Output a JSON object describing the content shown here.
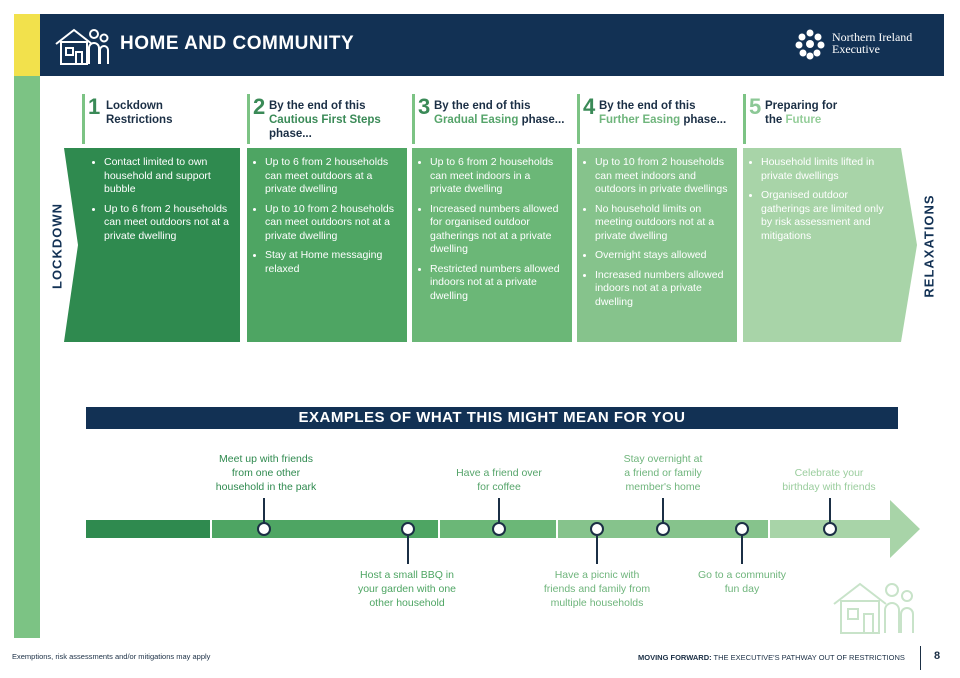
{
  "header": {
    "title": "HOME AND COMMUNITY",
    "logo_line1": "Northern Ireland",
    "logo_line2": "Executive"
  },
  "side_labels": {
    "left": "LOCKDOWN",
    "right": "RELAXATIONS"
  },
  "phases": [
    {
      "num": "1",
      "head1": "Lockdown",
      "head2": "Restrictions",
      "head_hl": "",
      "head3": "",
      "items": [
        "Contact limited to own household and support bubble",
        "Up to 6 from 2 households can meet outdoors not at a private dwelling"
      ]
    },
    {
      "num": "2",
      "head1": "By the end of this",
      "head_hl": "Cautious First Steps",
      "head2": "",
      "head3": "phase...",
      "items": [
        "Up to 6 from 2 households can meet outdoors at a private dwelling",
        "Up to 10 from 2 households can meet outdoors not at a private dwelling",
        "Stay at Home messaging relaxed"
      ]
    },
    {
      "num": "3",
      "head1": "By the end of this",
      "head_hl": "Gradual Easing",
      "head2": "",
      "head3": "phase...",
      "items": [
        "Up to 6 from 2 households can meet indoors in a private dwelling",
        "Increased numbers allowed for organised outdoor gatherings not at a private dwelling",
        "Restricted numbers allowed indoors not at a private dwelling"
      ]
    },
    {
      "num": "4",
      "head1": "By the end of this",
      "head_hl": "Further Easing",
      "head2": "",
      "head3": "phase...",
      "items": [
        "Up to 10 from 2 households can meet indoors and outdoors in private dwellings",
        "No household limits on meeting outdoors not at a private dwelling",
        "Overnight stays allowed",
        "Increased numbers allowed indoors not at a private dwelling"
      ]
    },
    {
      "num": "5",
      "head1": "Preparing for",
      "head2": "the",
      "head_hl": "Future",
      "head3": "",
      "items": [
        "Household limits lifted in private dwellings",
        "Organised outdoor gatherings are limited only by risk assessment and mitigations"
      ]
    }
  ],
  "examples_title": "EXAMPLES OF WHAT THIS MIGHT MEAN FOR YOU",
  "timeline_top": [
    {
      "l1": "Meet up with friends",
      "l2": "from one other",
      "l3": "household in the park"
    },
    {
      "l1": "Have a friend over",
      "l2": "for coffee",
      "l3": ""
    },
    {
      "l1": "Stay overnight at",
      "l2": "a friend or family",
      "l3": "member's home"
    },
    {
      "l1": "Celebrate your",
      "l2": "birthday with friends",
      "l3": ""
    }
  ],
  "timeline_bottom": [
    {
      "l1": "Host a small BBQ in",
      "l2": "your garden with one",
      "l3": "other household"
    },
    {
      "l1": "Have a picnic with",
      "l2": "friends and family from",
      "l3": "multiple households"
    },
    {
      "l1": "Go to a community",
      "l2": "fun day",
      "l3": ""
    }
  ],
  "footer": {
    "left": "Exemptions, risk assessments and/or mitigations may apply",
    "right_bold": "MOVING FORWARD:",
    "right_rest": " THE EXECUTIVE'S PATHWAY OUT OF RESTRICTIONS",
    "page": "8"
  },
  "colors": {
    "navy": "#123154",
    "yellow": "#f2e14c",
    "phase1": "#2f8a4f",
    "phase2": "#4ea563",
    "phase3": "#6bb777",
    "phase4": "#86c38c",
    "phase5": "#a8d4a8"
  }
}
